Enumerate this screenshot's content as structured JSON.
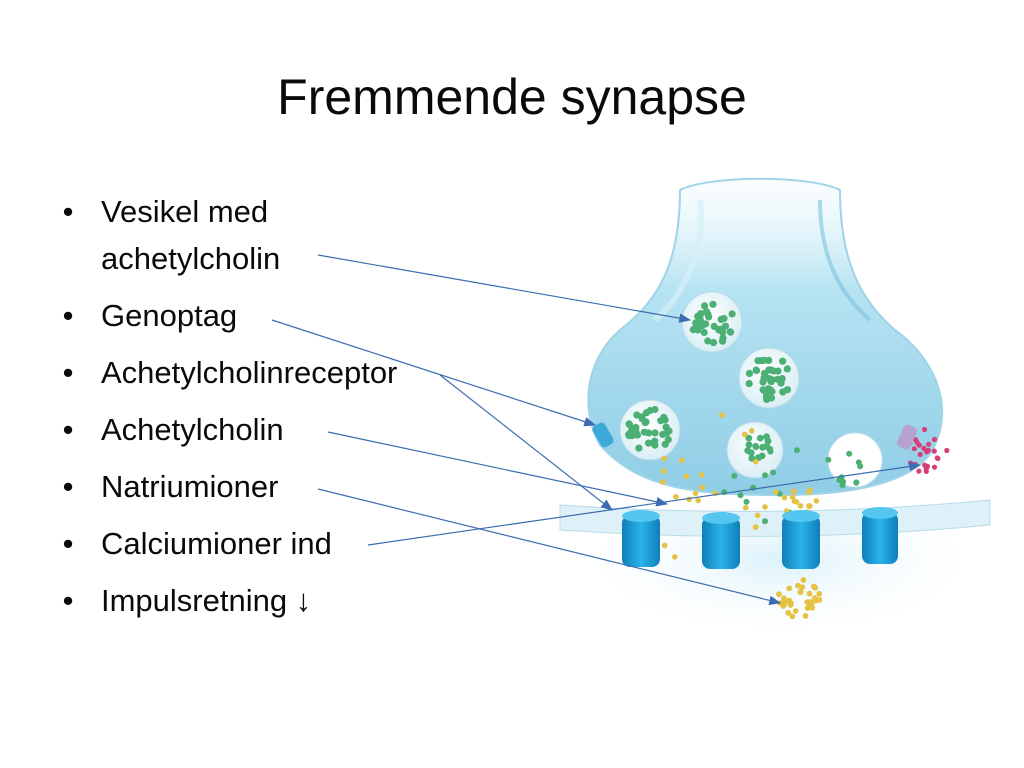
{
  "slide": {
    "title": "Fremmende synapse",
    "bullets": [
      {
        "text_line1": "Vesikel med",
        "text_line2": "achetylcholin"
      },
      {
        "text": "Genoptag"
      },
      {
        "text": "Achetylcholinreceptor"
      },
      {
        "text": "Achetylcholin"
      },
      {
        "text": "Natriumioner"
      },
      {
        "text": "Calciumioner ind"
      },
      {
        "text": "Impulsretning ↓"
      }
    ],
    "bullet_glyph": "•"
  },
  "colors": {
    "terminal": "#a9dcef",
    "vesicle_fill": "#eef8fb",
    "acetylcholin": "#4caf73",
    "receptor": "#1e9fd8",
    "ions": "#e5c243",
    "reuptake": "#d63f7a",
    "arrow": "#3b6db0"
  }
}
